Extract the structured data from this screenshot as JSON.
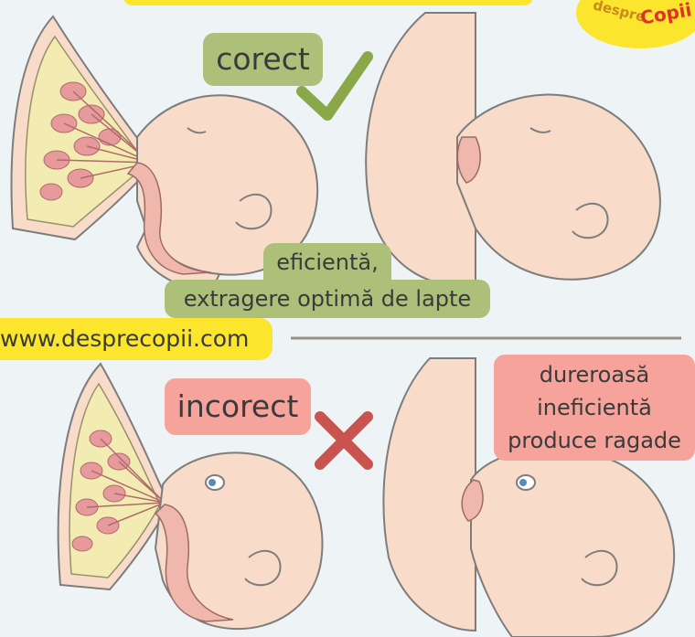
{
  "labels": {
    "correct": "corect",
    "efficient_line1": "eficientă,",
    "efficient_line2": "extragere optimă de lapte",
    "website": "www.desprecopii.com",
    "incorrect": "incorect",
    "incorrect_details": [
      "dureroasă",
      "ineficientă",
      "produce ragade"
    ]
  },
  "logo": {
    "part1": "despre",
    "part2": "Copii"
  },
  "icons": {
    "correct_mark": "check-icon",
    "incorrect_mark": "cross-icon"
  },
  "colors": {
    "background": "#eef3f6",
    "green_label": "#adc07a",
    "pink_label": "#f6a39c",
    "yellow_label": "#fbe62d",
    "skin": "#f8dcc9",
    "outline": "#7d7d7d",
    "breast_fat": "#f2ecb3",
    "gland": "#e79a9c",
    "check": "#8aa847",
    "cross": "#c8534f"
  }
}
